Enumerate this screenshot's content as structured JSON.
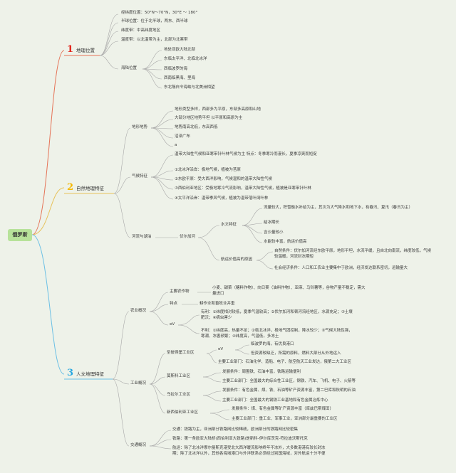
{
  "root": "俄罗斯",
  "colors": {
    "background": "#eef2e9",
    "root_fill": "#b7e29a",
    "topic1": "#e2231a",
    "topic2": "#f5b800",
    "topic3": "#27a8e0",
    "topic1_line": "#e57357",
    "topic2_line": "#e7c25c",
    "topic3_line": "#6cc0e5",
    "line": "#9a9a9a"
  },
  "topics": [
    {
      "num": "1",
      "label": "地理位置"
    },
    {
      "num": "2",
      "label": "自然地理特征"
    },
    {
      "num": "3",
      "label": "人文地理特征"
    }
  ],
  "geo": {
    "lat_lon": "经纬度位置：50°N～70°N，30°E ～ 180°",
    "hemisphere": "半球位置：位于北半球，两东、西半球",
    "lat_zone": "纬度带：中高纬度地区",
    "temp_zone": "温度带：以北温带为主，北部为北寒带",
    "sea": "海陆位置",
    "sea_items": [
      "地处亚欧大陆北部",
      "东临太平洋、北临北冰洋",
      "西临波罗的海",
      "西南临黑海、里海",
      "东北隔白令海峡与北美洲相望"
    ]
  },
  "nature": {
    "terrain": "地形地势",
    "terrain_items": [
      "地形类型多样，西部多为平原，东部多高原和山地",
      "大部分地区地势平坦 以平原和高原为主",
      "地势南高北低，东高西低",
      "沼泽广布",
      "a"
    ],
    "climate": "气候特征",
    "climate_items": [
      "温带大陆性气候和亚寒带针叶林气候为主 特点：冬季寒冷而漫长，夏季凉爽而短促",
      "①北冰洋沿岸：极地气候，植被为苔原",
      "②东欧平原：受大西洋影响，气候湿和的温带大陆性气候",
      "③西伯利亚地区：受极地寒冷气流影响，温带大陆性气候，植被是亚寒带针叶林",
      "④太平洋沿岸：温带季风气候，植被为温带落叶阔叶林"
    ],
    "rivers": "河流与湖泊",
    "volga": "伏尔加河",
    "hydro": "水文特征",
    "hydro_items": [
      "流量较大，积雪融水补给为主，其次为大气降水和地下水，有春汛、夏汛（春汛为主）",
      "结冰期长",
      "含沙量较小",
      "水能较丰富，航运价值高"
    ],
    "shipping": "航运价值高的原因",
    "shipping_items": [
      "自然条件：伏尔加河流经东欧平原，地形平坦，水流平缓，且自北向南流，纬度较低，气候较温暖，河流封冻期短",
      "社会经济条件：人口和工农业主要集中于欧洲，经济发达联系密切，运输量大"
    ]
  },
  "human": {
    "agri": "农业概况",
    "crops": "主要农作物",
    "crops_text": "小麦、甜菜（糖料作物）、向日葵（油料作物）、亚麻、马铃薯等，谷物产量不稳定，需大量进口",
    "feature": "特点",
    "feature_text": "耕作业和畜牧业并重",
    "ev": "eV",
    "favorable": "有利：①纬度相对较低，夏季气温较高；②伏尔加河和顿河流经地区，水源充足；③土壤肥沃；④病虫害少",
    "unfavorable": "不利：①纬度高，热量不足；②临北冰洋，极地气团控制，降水较少；③气候大陆性强，寒潮、冻害频繁；④纬度高，气温低，多冻土",
    "industry": "工业概况",
    "region1": "圣彼得堡工业区",
    "ev2": "eV",
    "region1_items": [
      "临波罗的海，有优良港口",
      "但资源较缺乏，所需的原料，燃料大部分从外地运入"
    ],
    "region1_main": "主要工业部门：石油化学、造船、电子、航空航天工业发达，俄第二大工业区",
    "region2": "莫斯科工业区",
    "region2_items": [
      "发展条件：周围铁、石油丰富，铁路运输便利",
      "主要工业部门：全国最大的综合性工业区，钢铁、汽车、飞机、电子、火箭等"
    ],
    "region3": "乌拉尔工业区",
    "region3_items": [
      "发展条件：有色金属、煤、铁、石油等矿产资源丰富，第二巴库和秋明的石油",
      "主要工业部门：全国最大的钢铁工业基地和有色金属冶炼中心"
    ],
    "region4": "新西伯利亚工业区",
    "region4_items": [
      "发展条件：煤、有色金属等矿产资源丰富（库兹巴斯煤田）",
      "主要工业部门：重工业、军事工业，亚洲部分最重要的工业区"
    ],
    "transport": "交通概况",
    "transport_items": [
      "交通：铁路为主，亚洲部分铁路网比较稀疏，欧洲部分的铁路网比较密集",
      "铁路：第一条欧亚大陆桥(西伯利亚大铁路)是新科-伊尔库茨克-符拉迪沃斯托克",
      "航运：除了北冰洋摩尔曼斯克港受北大西洋暖流影响终年不冻外，大多数港港有较长封冻期；除了北冰洋以外，其他各海域港口与外洋联系必须经过别国海域，对外航运十分不便"
    ]
  }
}
